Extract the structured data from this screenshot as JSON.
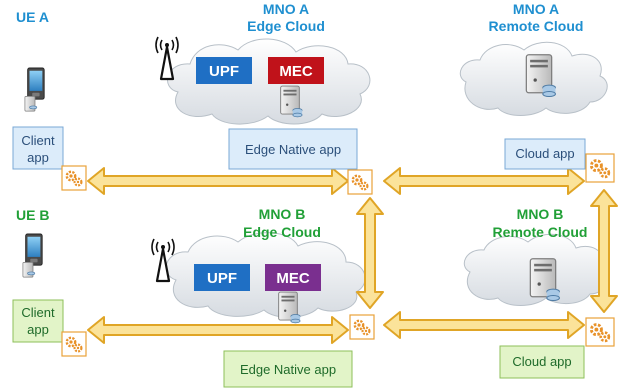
{
  "ue_a": {
    "label": "UE A"
  },
  "ue_b": {
    "label": "UE B"
  },
  "mno_a": {
    "edge_title_1": "MNO A",
    "edge_title_2": "Edge Cloud",
    "remote_title_1": "MNO A",
    "remote_title_2": "Remote Cloud",
    "upf": "UPF",
    "mec": "MEC",
    "client_app_1": "Client",
    "client_app_2": "app",
    "edge_native_app": "Edge Native app",
    "cloud_app": "Cloud app"
  },
  "mno_b": {
    "edge_title_1": "MNO B",
    "edge_title_2": "Edge Cloud",
    "remote_title_1": "MNO B",
    "remote_title_2": "Remote Cloud",
    "upf": "UPF",
    "mec": "MEC",
    "client_app_1": "Client",
    "client_app_2": "app",
    "edge_native_app": "Edge Native app",
    "cloud_app": "Cloud app"
  },
  "colors": {
    "blue_text": "#1f8fd0",
    "green_text": "#21a037",
    "upf_box": "#1f6fc4",
    "mec_a_box": "#c0121a",
    "mec_b_box": "#7a2f8f",
    "arrow_fill": "#fbe39a",
    "arrow_stroke": "#e0a526",
    "app_a_fill": "#dcecfa",
    "app_b_fill": "#e2f4c8"
  }
}
